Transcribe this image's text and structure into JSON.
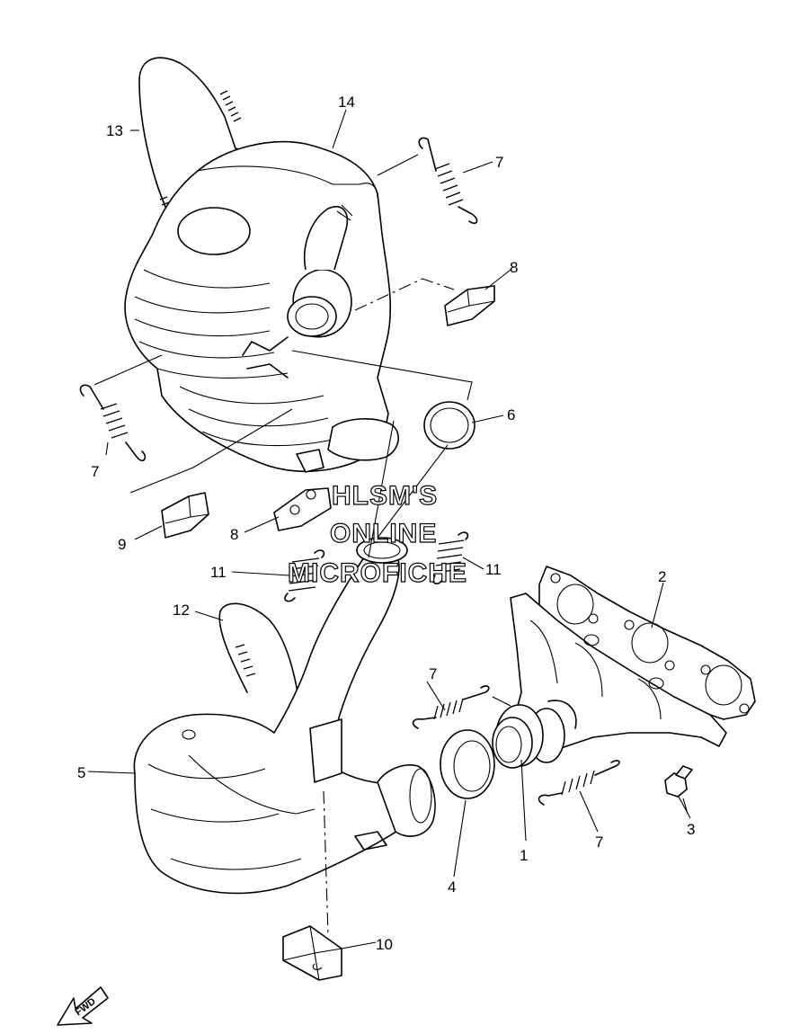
{
  "callouts": [
    {
      "id": "c13",
      "label": "13"
    },
    {
      "id": "c14",
      "label": "14"
    },
    {
      "id": "c7a",
      "label": "7"
    },
    {
      "id": "c8a",
      "label": "8"
    },
    {
      "id": "c6",
      "label": "6"
    },
    {
      "id": "c7b",
      "label": "7"
    },
    {
      "id": "c9",
      "label": "9"
    },
    {
      "id": "c8b",
      "label": "8"
    },
    {
      "id": "c11a",
      "label": "11"
    },
    {
      "id": "c11b",
      "label": "11"
    },
    {
      "id": "c2",
      "label": "2"
    },
    {
      "id": "c12",
      "label": "12"
    },
    {
      "id": "c7c",
      "label": "7"
    },
    {
      "id": "c5",
      "label": "5"
    },
    {
      "id": "c1",
      "label": "1"
    },
    {
      "id": "c3",
      "label": "3"
    },
    {
      "id": "c7d",
      "label": "7"
    },
    {
      "id": "c4",
      "label": "4"
    },
    {
      "id": "c10",
      "label": "10"
    }
  ],
  "watermark": {
    "line1": "HLSM'S",
    "line2": "ONLINE",
    "line3": "MICROFICHE"
  },
  "fwd_arrow": {
    "label": "FWD"
  }
}
